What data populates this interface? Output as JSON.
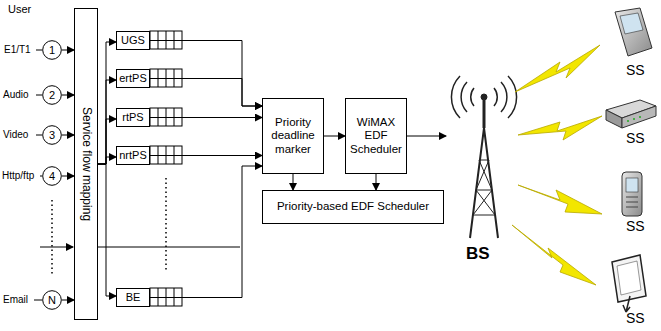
{
  "diagram": {
    "nodes": [
      {
        "text": [
          "1"
        ]
      },
      {
        "text": [
          "2"
        ]
      },
      {
        "text": [
          "3"
        ]
      },
      {
        "text": [
          "4"
        ]
      },
      {
        "text": [
          "N"
        ]
      },
      {
        "text": [
          "Service flow mapping"
        ]
      },
      {
        "text": [
          "UGS"
        ]
      },
      {
        "text": [
          "ertPS"
        ]
      },
      {
        "text": [
          "rtPS"
        ]
      },
      {
        "text": [
          "nrtPS"
        ]
      },
      {
        "text": [
          "BE"
        ]
      },
      {
        "text": [
          "Priority deadline marker"
        ]
      },
      {
        "text": [
          "WiMAX EDF Scheduler"
        ]
      },
      {
        "text": [
          "Priority-based EDF Scheduler"
        ]
      }
    ],
    "edges": [
      {
        "from": 0,
        "to": 5,
        "arrow": "to"
      },
      {
        "from": 1,
        "to": 5,
        "arrow": "to"
      },
      {
        "from": 2,
        "to": 5,
        "arrow": "to"
      },
      {
        "from": 3,
        "to": 5,
        "arrow": "to"
      },
      {
        "from": 4,
        "to": 5,
        "arrow": "to"
      },
      {
        "from": 5,
        "to": 6,
        "arrow": "to"
      },
      {
        "from": 5,
        "to": 7,
        "arrow": "to"
      },
      {
        "from": 5,
        "to": 8,
        "arrow": "to"
      },
      {
        "from": 5,
        "to": 9,
        "arrow": "to"
      },
      {
        "from": 5,
        "to": 10,
        "arrow": "to"
      },
      {
        "from": 6,
        "to": 11,
        "arrow": "to"
      },
      {
        "from": 7,
        "to": 11,
        "arrow": "to"
      },
      {
        "from": 8,
        "to": 11,
        "arrow": "to"
      },
      {
        "from": 9,
        "to": 11,
        "arrow": "to"
      },
      {
        "from": 10,
        "to": 11,
        "arrow": "to"
      },
      {
        "from": 11,
        "to": 12,
        "arrow": "to"
      },
      {
        "from": 11,
        "to": 13,
        "arrow": "to"
      },
      {
        "from": 12,
        "to": 13,
        "arrow": "to"
      }
    ],
    "labels": [
      "User",
      "E1/T1",
      "Audio",
      "Video",
      "Http/ftp",
      "Email",
      "BS",
      "SS",
      "SS",
      "SS",
      "SS"
    ]
  }
}
